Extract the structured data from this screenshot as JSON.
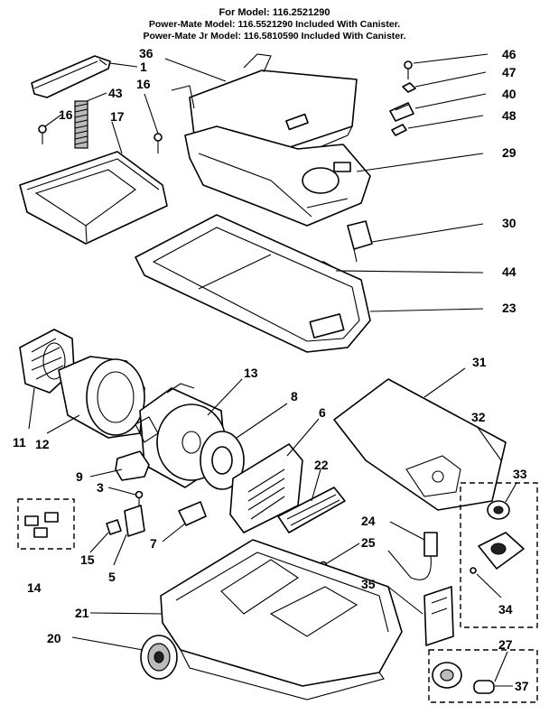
{
  "header": {
    "model_line": "For Model: 116.2521290",
    "power_mate_line": "Power-Mate Model: 116.5521290 Included With Canister.",
    "power_mate_jr_line": "Power-Mate Jr Model: 116.5810590 Included With Canister."
  },
  "callouts": {
    "p1": "1",
    "p3": "3",
    "p5": "5",
    "p6": "6",
    "p7": "7",
    "p8": "8",
    "p9": "9",
    "p11": "11",
    "p12": "12",
    "p13": "13",
    "p14": "14",
    "p15": "15",
    "p16a": "16",
    "p16b": "16",
    "p17": "17",
    "p20": "20",
    "p21": "21",
    "p22": "22",
    "p23": "23",
    "p24": "24",
    "p25": "25",
    "p27": "27",
    "p29": "29",
    "p30": "30",
    "p31": "31",
    "p32": "32",
    "p33": "33",
    "p34": "34",
    "p35": "35",
    "p36": "36",
    "p37": "37",
    "p40": "40",
    "p43": "43",
    "p44": "44",
    "p46": "46",
    "p47": "47",
    "p48": "48"
  }
}
